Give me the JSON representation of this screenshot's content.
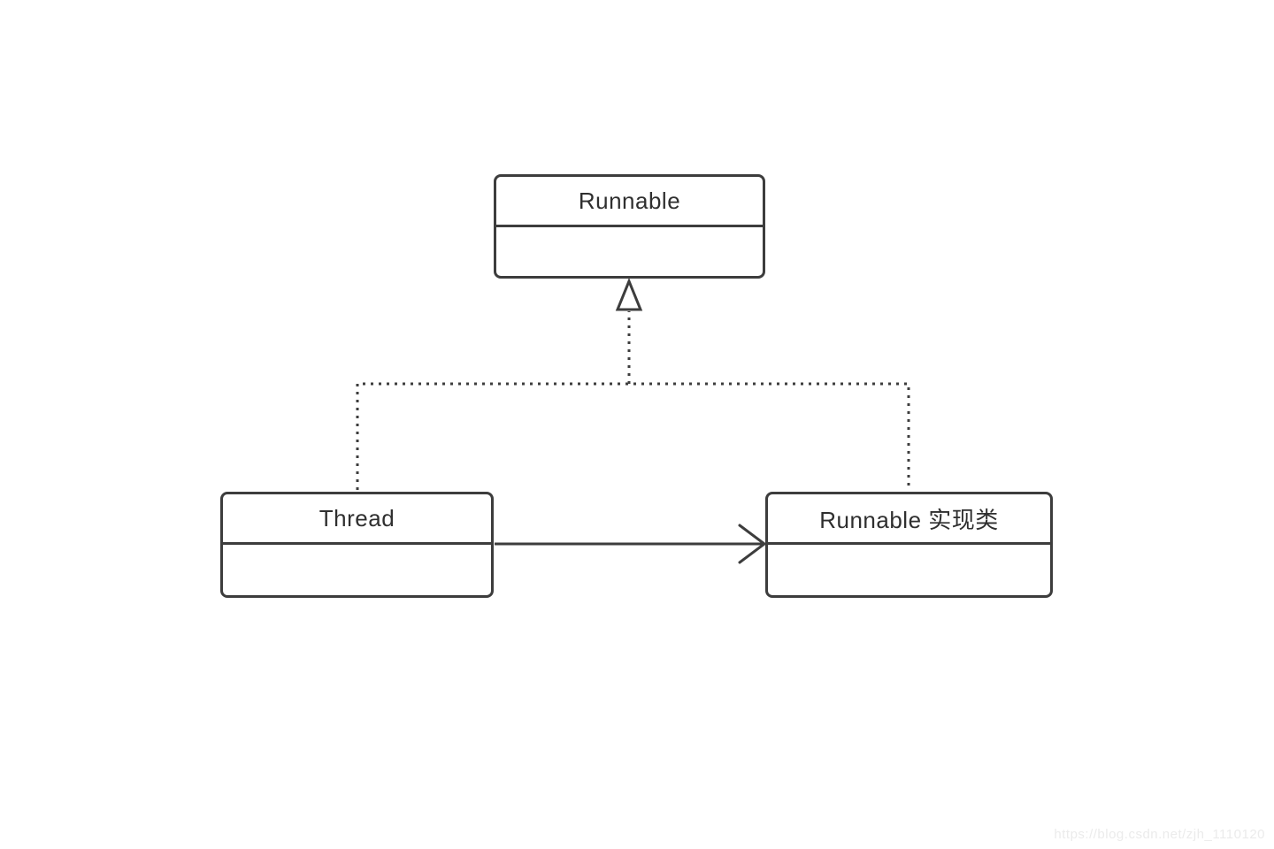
{
  "nodes": {
    "runnable": {
      "label": "Runnable"
    },
    "thread": {
      "label": "Thread"
    },
    "runnable_impl": {
      "label": "Runnable 实现类"
    }
  },
  "edges": [
    {
      "from": "thread",
      "to": "runnable",
      "line": "dotted",
      "arrowhead": "hollow-triangle"
    },
    {
      "from": "runnable_impl",
      "to": "runnable",
      "line": "dotted",
      "arrowhead": "hollow-triangle"
    },
    {
      "from": "thread",
      "to": "runnable_impl",
      "line": "solid",
      "arrowhead": "open"
    }
  ],
  "watermark": {
    "text": "https://blog.csdn.net/zjh_1110120"
  },
  "colors": {
    "stroke": "#3d3d3d",
    "node_fill": "#ffffff",
    "label_text": "#2f2f2f",
    "background": "#ffffff",
    "watermark_text": "#ebebeb"
  }
}
